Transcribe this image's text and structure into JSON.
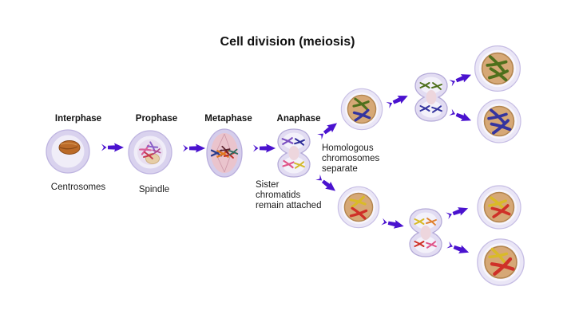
{
  "title": "Cell division (meiosis)",
  "stages": {
    "interphase": {
      "label": "Interphase",
      "sublabel": "Centrosomes"
    },
    "prophase": {
      "label": "Prophase",
      "sublabel": "Spindle"
    },
    "metaphase": {
      "label": "Metaphase"
    },
    "anaphase": {
      "label": "Anaphase"
    }
  },
  "annotations": {
    "sister": {
      "lines": [
        "Sister",
        "chromatids",
        "remain attached"
      ]
    },
    "homologous": {
      "lines": [
        "Homologous",
        "chromosomes",
        "separate"
      ]
    }
  },
  "colors": {
    "arrow": "#4a12cf",
    "chromosome_green": "#4e701c",
    "chromosome_blue": "#34349f",
    "chromosome_yellow": "#d9ba28",
    "chromosome_red": "#cf3028",
    "cell_membrane": "#beb4e0",
    "nucleus_fill": "#d6a876"
  }
}
